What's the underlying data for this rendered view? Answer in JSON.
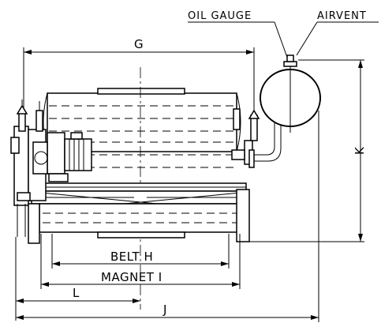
{
  "labels": {
    "oil_gauge": "OIL GAUGE",
    "airvent": "AIRVENT",
    "dim_g": "G",
    "dim_k": "K",
    "belt_h": "BELT H",
    "magnet_i": "MAGNET I",
    "dim_l": "L",
    "dim_j": "J"
  }
}
